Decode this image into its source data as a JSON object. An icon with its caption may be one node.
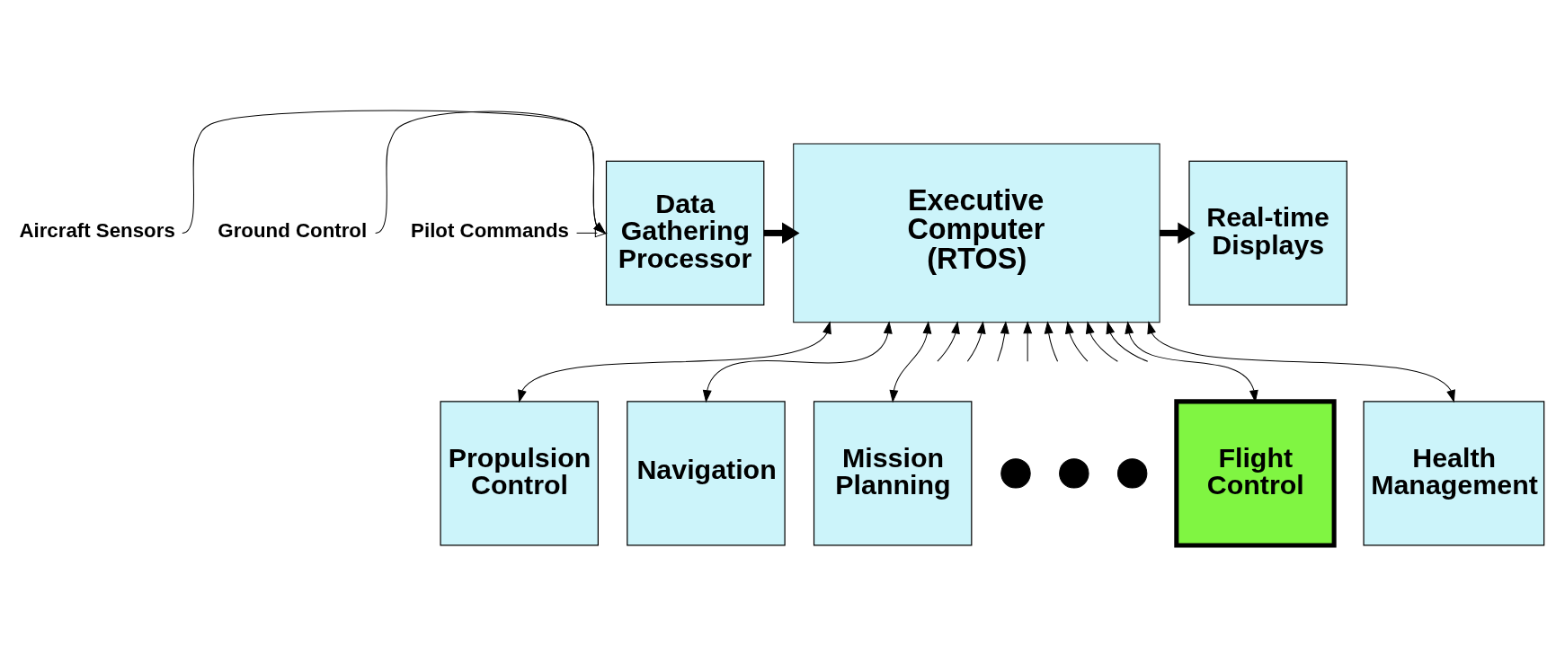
{
  "diagram": {
    "nodes": [
      {
        "text": [
          "Aircraft Sensors"
        ]
      },
      {
        "text": [
          "Ground Control"
        ]
      },
      {
        "text": [
          "Pilot Commands"
        ]
      },
      {
        "text": [
          "Data Gathering Processor"
        ]
      },
      {
        "text": [
          "Executive Computer (RTOS)"
        ]
      },
      {
        "text": [
          "Real-time Displays"
        ]
      },
      {
        "text": [
          "Propulsion Control"
        ]
      },
      {
        "text": [
          "Navigation"
        ]
      },
      {
        "text": [
          "Mission Planning"
        ]
      },
      {
        "text": [],
        "shape": "circle"
      },
      {
        "text": [],
        "shape": "circle"
      },
      {
        "text": [],
        "shape": "circle"
      },
      {
        "text": [
          "Flight Control"
        ]
      },
      {
        "text": [
          "Health Management"
        ]
      }
    ],
    "edges": [
      {
        "from": 0,
        "to": 3,
        "arrow": "to"
      },
      {
        "from": 1,
        "to": 3,
        "arrow": "to"
      },
      {
        "from": 2,
        "to": 3,
        "arrow": "to"
      },
      {
        "from": 3,
        "to": 4,
        "arrow": "to",
        "style": "thick"
      },
      {
        "from": 4,
        "to": 5,
        "arrow": "to",
        "style": "thick"
      },
      {
        "from": 4,
        "to": 6,
        "arrow": "both"
      },
      {
        "from": 4,
        "to": 7,
        "arrow": "both"
      },
      {
        "from": 4,
        "to": 8,
        "arrow": "both"
      },
      {
        "from": null,
        "to": 4,
        "arrow": "to"
      },
      {
        "from": null,
        "to": 4,
        "arrow": "to"
      },
      {
        "from": null,
        "to": 4,
        "arrow": "to"
      },
      {
        "from": null,
        "to": 4,
        "arrow": "to"
      },
      {
        "from": null,
        "to": 4,
        "arrow": "to"
      },
      {
        "from": null,
        "to": 4,
        "arrow": "to"
      },
      {
        "from": null,
        "to": 4,
        "arrow": "to"
      },
      {
        "from": null,
        "to": 4,
        "arrow": "to"
      },
      {
        "from": 4,
        "to": 12,
        "arrow": "both"
      },
      {
        "from": 4,
        "to": 13,
        "arrow": "both"
      }
    ]
  }
}
